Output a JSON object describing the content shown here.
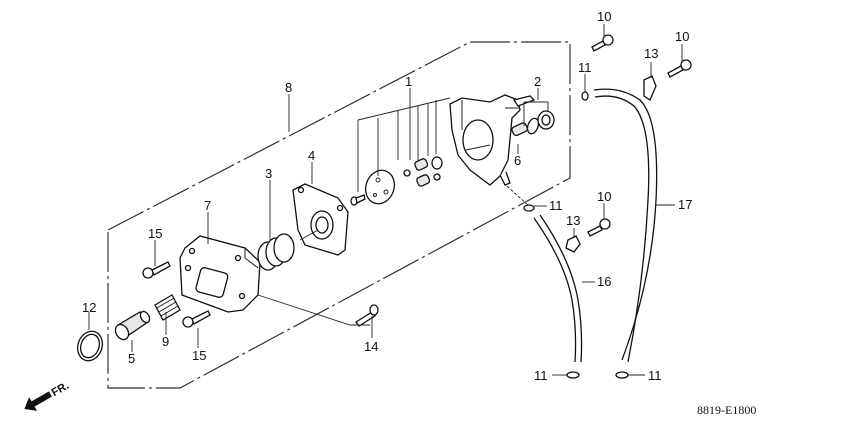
{
  "diagram": {
    "type": "exploded parts diagram",
    "subject": "pump assembly with hoses",
    "reference_code": "8819-E1800",
    "direction_indicator": "FR.",
    "callouts": {
      "c1": "1",
      "c2": "2",
      "c3": "3",
      "c4": "4",
      "c5": "5",
      "c6": "6",
      "c7": "7",
      "c8": "8",
      "c9": "9",
      "c10a": "10",
      "c10b": "10",
      "c10c": "10",
      "c11a": "11",
      "c11b": "11",
      "c11c": "11",
      "c11d": "11",
      "c12": "12",
      "c13a": "13",
      "c13b": "13",
      "c14": "14",
      "c15a": "15",
      "c15b": "15",
      "c16": "16",
      "c17": "17"
    },
    "colors": {
      "line": "#111111",
      "background": "#ffffff"
    }
  }
}
